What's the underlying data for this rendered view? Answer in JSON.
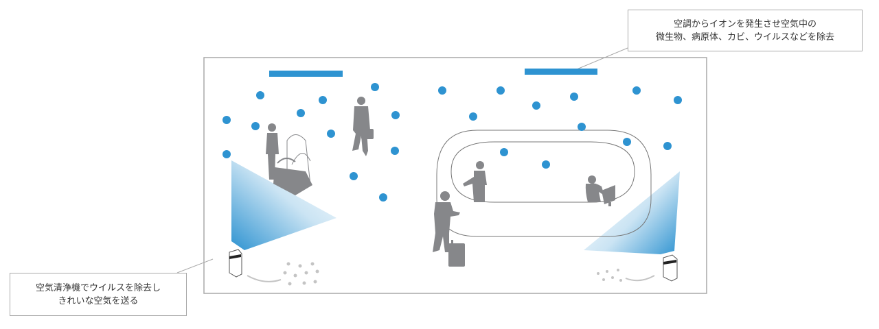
{
  "diagram": {
    "title": "Ion air purification system in hotel lobby",
    "colors": {
      "ion_dot": "#2e93d1",
      "ion_emitter": "#2e93d1",
      "silhouette": "#86878a",
      "frame_border": "#a8a8a8",
      "outline": "#666666",
      "dust_dot": "#c4c4c4"
    },
    "callouts": {
      "top": {
        "line1": "空調からイオンを発生させ空気中の",
        "line2": "微生物、病原体、カビ、ウイルスなどを除去"
      },
      "bottom": {
        "line1": "空気清浄機でウイルスを除去し",
        "line2": "きれいな空気を送る"
      }
    },
    "elements": {
      "ion_emitters": [
        "ceiling-emitter-left",
        "ceiling-emitter-right"
      ],
      "air_purifiers": [
        "air-purifier-left",
        "air-purifier-right"
      ],
      "people": [
        "bellhop-with-cart",
        "businessman-with-briefcase",
        "traveler-with-suitcase",
        "receptionist-standing",
        "receptionist-at-computer"
      ],
      "furniture": [
        "reception-counter"
      ]
    }
  }
}
